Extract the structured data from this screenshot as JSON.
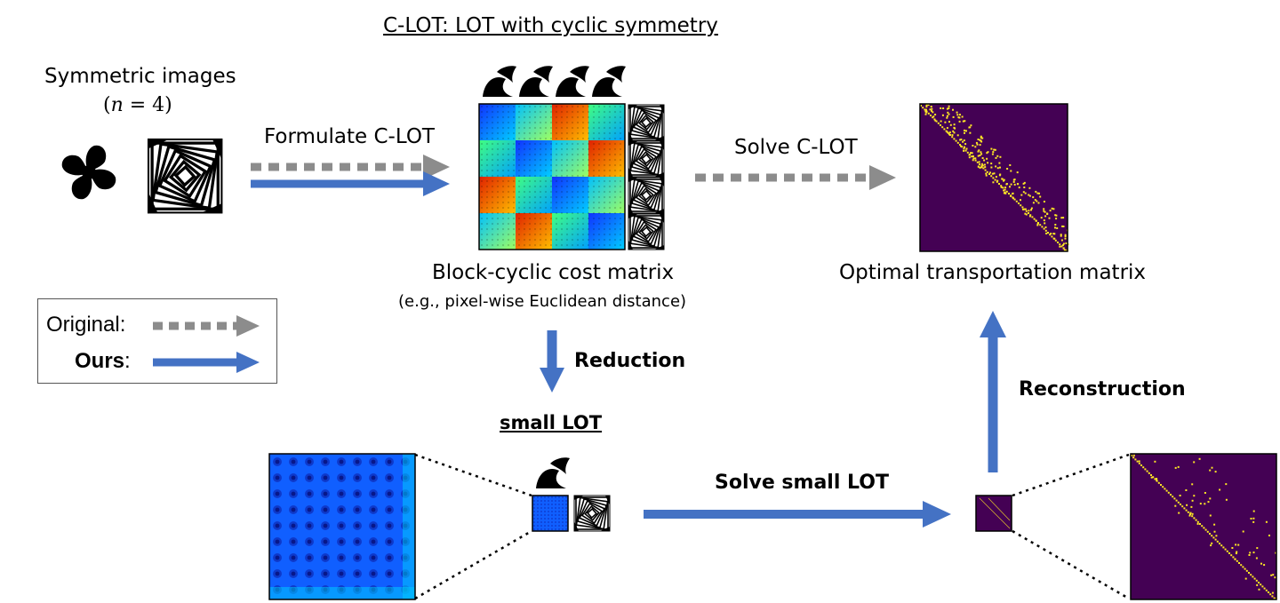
{
  "title": "C-LOT: LOT with cyclic symmetry",
  "input": {
    "label": "Symmetric images",
    "param": "(𝑛 = 4)"
  },
  "steps": {
    "formulate": "Formulate C-LOT",
    "solve_clot": "Solve C-LOT",
    "reduction": "Reduction",
    "solve_small": "Solve small LOT",
    "reconstruction": "Reconstruction"
  },
  "cost_matrix": {
    "label": "Block-cyclic cost matrix",
    "sublabel": "(e.g., pixel-wise Euclidean distance)"
  },
  "transport_matrix": {
    "label": "Optimal transportation matrix"
  },
  "small_lot": {
    "label": "small LOT"
  },
  "legend": {
    "original_label": "Original:",
    "ours_label": "Ours",
    "ours_colon": ":"
  },
  "colors": {
    "blue_arrow": "#4472C4",
    "gray_arrow": "#8C8C8C",
    "matrix_bg": "#440154",
    "matrix_dot": "#FDE725"
  }
}
